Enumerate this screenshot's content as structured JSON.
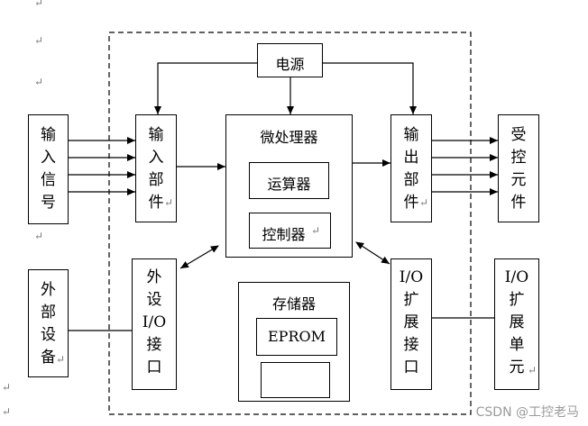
{
  "power": "电源",
  "mcu": {
    "title": "微处理器",
    "alu": "运算器",
    "ctrl": "控制器"
  },
  "input_signal": "输\n入\n信\n号",
  "input_unit": "输\n入\n部\n件",
  "output_unit": "输\n出\n部\n件",
  "controlled": "受\n控\n元\n件",
  "external_device": "外\n部\n设\n备",
  "ext_io": "外\n设\nI/O\n接\n口",
  "memory": {
    "title": "存储器",
    "eprom": "EPROM"
  },
  "io_expand_port": "I/O\n扩\n展\n接\n口",
  "io_expand_unit": "I/O\n扩\n展\n单\n元",
  "enter_mark": "↵",
  "watermark": "CSDN @工控老马"
}
